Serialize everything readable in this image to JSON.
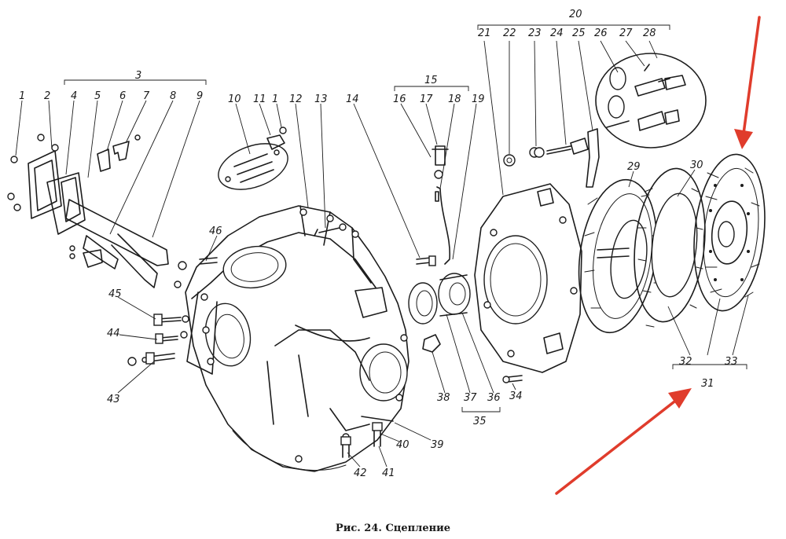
{
  "figure": {
    "caption": "Рис. 24. Сцепление"
  },
  "callouts": [
    "1",
    "2",
    "3",
    "4",
    "5",
    "6",
    "7",
    "8",
    "9",
    "10",
    "11",
    "1",
    "12",
    "13",
    "14",
    "15",
    "16",
    "17",
    "18",
    "19",
    "20",
    "21",
    "22",
    "23",
    "24",
    "25",
    "26",
    "27",
    "28",
    "29",
    "30",
    "31",
    "32",
    "33",
    "34",
    "35",
    "36",
    "37",
    "38",
    "39",
    "40",
    "41",
    "42",
    "43",
    "44",
    "45",
    "46"
  ],
  "annotations": {
    "arrows": [
      {
        "name": "upper-arrow",
        "color": "#e03c2c"
      },
      {
        "name": "lower-arrow",
        "color": "#e03c2c"
      }
    ]
  },
  "colors": {
    "ink": "#1c1c1c",
    "arrow": "#e03c2c",
    "background": "#ffffff"
  }
}
